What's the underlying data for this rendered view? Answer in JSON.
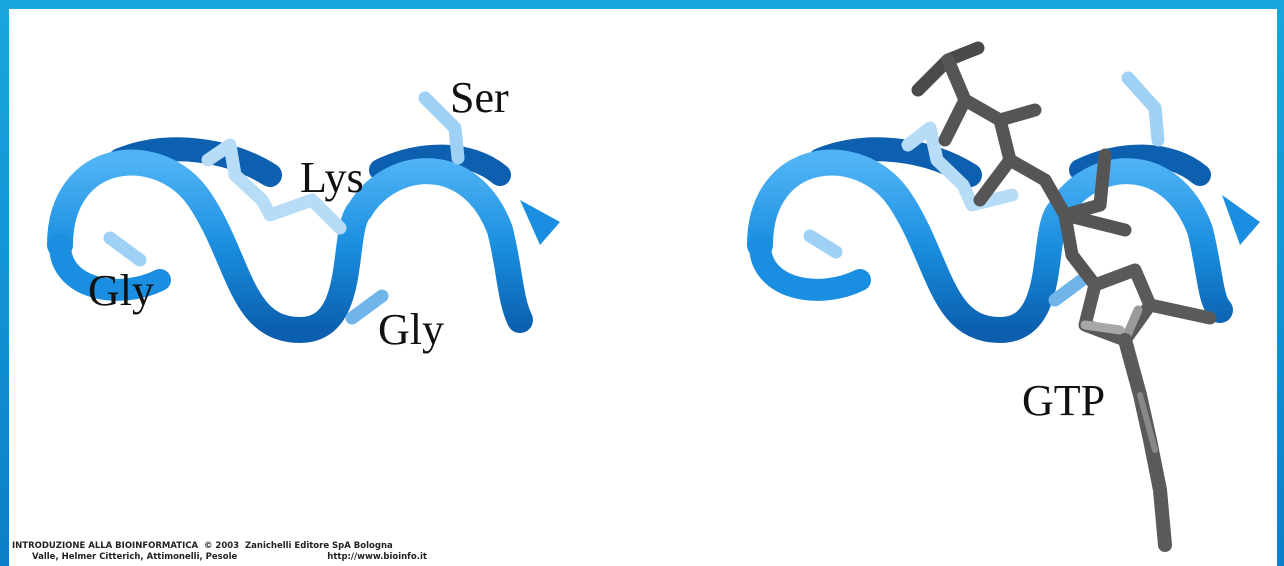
{
  "left_panel": {
    "labels": {
      "ser": "Ser",
      "lys": "Lys",
      "gly_left": "Gly",
      "gly_bottom": "Gly"
    }
  },
  "right_panel": {
    "labels": {
      "gtp": "GTP"
    }
  },
  "footer": {
    "line1": "INTRODUZIONE ALLA BIOINFORMATICA  © 2003  Zanichelli Editore SpA Bologna",
    "authors": "Valle, Helmer Citterich, Attimonelli, Pesole",
    "url": "http://www.bioinfo.it"
  },
  "colors": {
    "frame": "#1aa6e0",
    "helix": "#1a8ee0",
    "helix_dark": "#0d5fb0",
    "side_chain": "#9fd0f5",
    "ligand": "#555555",
    "ligand_light": "#9a9a9a"
  }
}
